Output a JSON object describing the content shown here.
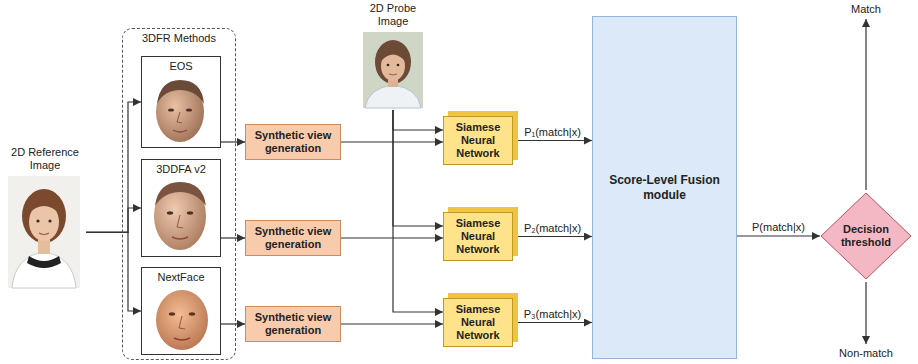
{
  "diagram": {
    "nodes": [
      {
        "text": [
          "2D Reference Image"
        ]
      },
      {
        "text": [
          "3DFR Methods"
        ]
      },
      {
        "text": [
          "EOS"
        ],
        "in": 1
      },
      {
        "text": [
          "3DDFA v2"
        ],
        "in": 1
      },
      {
        "text": [
          "NextFace"
        ],
        "in": 1
      },
      {
        "text": [
          "Synthetic view generation"
        ]
      },
      {
        "text": [
          "Synthetic view generation"
        ]
      },
      {
        "text": [
          "Synthetic view generation"
        ]
      },
      {
        "text": [
          "2D Probe Image"
        ]
      },
      {
        "text": [
          "Siamese Neural Network"
        ]
      },
      {
        "text": [
          "Siamese Neural Network"
        ]
      },
      {
        "text": [
          "Siamese Neural Network"
        ]
      },
      {
        "text": [
          "Score-Level Fusion module"
        ]
      },
      {
        "text": [
          "Decision threshold"
        ]
      }
    ],
    "edges": [
      {
        "from": 0,
        "to": 2,
        "arrow": "to"
      },
      {
        "from": 0,
        "to": 3,
        "arrow": "to"
      },
      {
        "from": 0,
        "to": 4,
        "arrow": "to"
      },
      {
        "from": 2,
        "to": 5,
        "arrow": "to"
      },
      {
        "from": 3,
        "to": 6,
        "arrow": "to"
      },
      {
        "from": 4,
        "to": 7,
        "arrow": "to"
      },
      {
        "from": 5,
        "to": 9,
        "arrow": "to"
      },
      {
        "from": 6,
        "to": 10,
        "arrow": "to"
      },
      {
        "from": 7,
        "to": 11,
        "arrow": "to"
      },
      {
        "from": 8,
        "to": 9,
        "arrow": "to"
      },
      {
        "from": 8,
        "to": 10,
        "arrow": "to"
      },
      {
        "from": 8,
        "to": 11,
        "arrow": "to"
      },
      {
        "from": 9,
        "to": 12,
        "label": "P₁(match|x)",
        "arrow": "to"
      },
      {
        "from": 10,
        "to": 12,
        "label": "P₂(match|x)",
        "arrow": "to"
      },
      {
        "from": 11,
        "to": 12,
        "label": "P₃(match|x)",
        "arrow": "to"
      },
      {
        "from": 12,
        "to": 13,
        "label": "P(match|x)",
        "arrow": "to"
      }
    ],
    "labels": [
      "Match",
      "Non-match"
    ]
  }
}
